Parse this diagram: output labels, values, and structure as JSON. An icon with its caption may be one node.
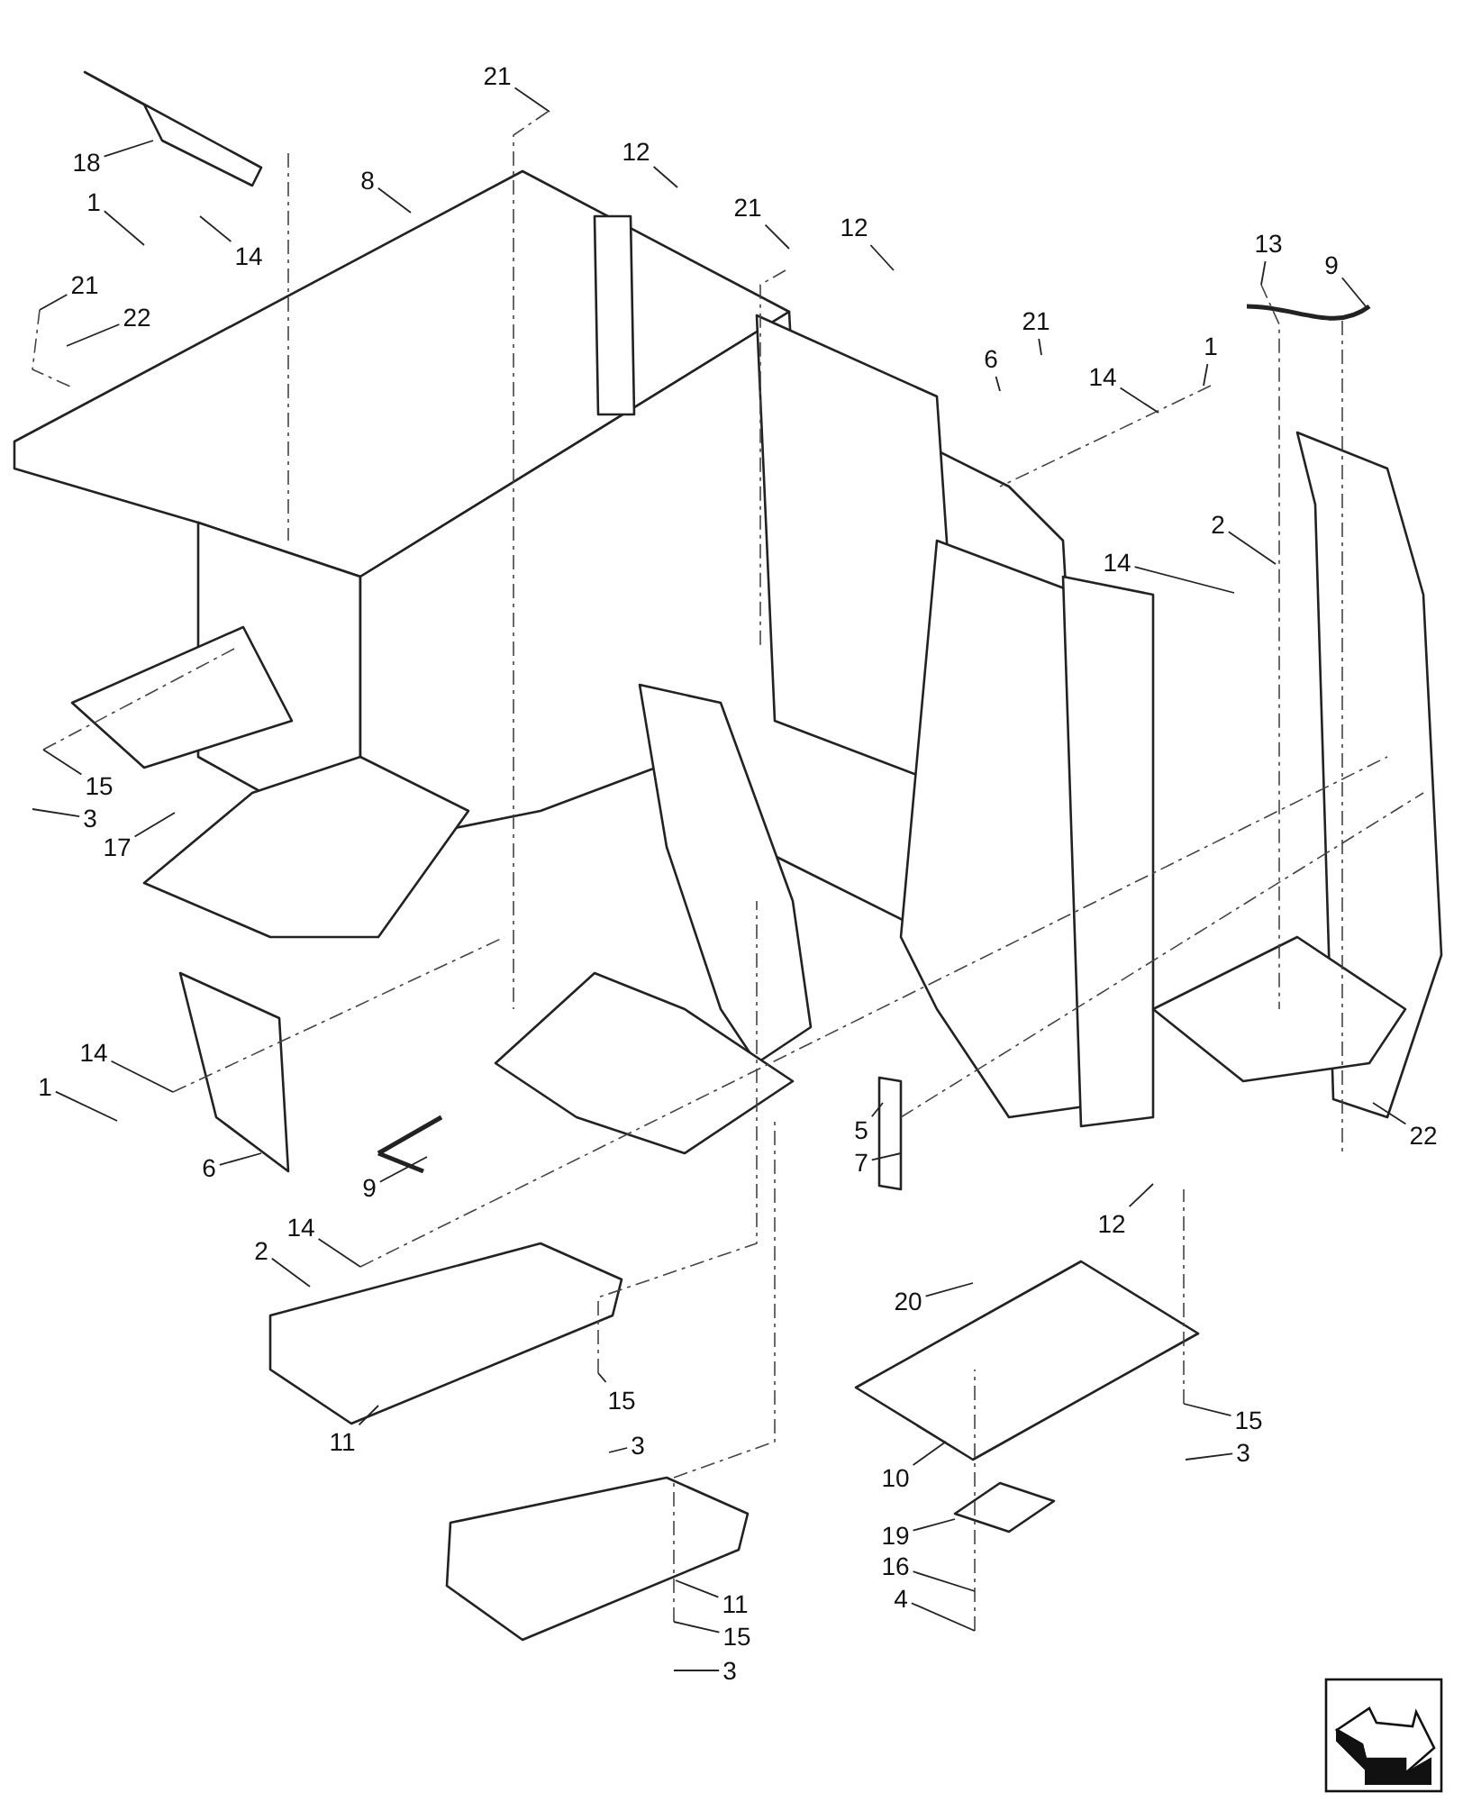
{
  "diagram": {
    "nodes": [
      {
        "text": [
          "18"
        ]
      },
      {
        "text": [
          "21"
        ]
      },
      {
        "text": [
          "8"
        ]
      },
      {
        "text": [
          "12"
        ]
      },
      {
        "text": [
          "1"
        ]
      },
      {
        "text": [
          "14"
        ]
      },
      {
        "text": [
          "21"
        ]
      },
      {
        "text": [
          "12"
        ]
      },
      {
        "text": [
          "13"
        ]
      },
      {
        "text": [
          "9"
        ]
      },
      {
        "text": [
          "21"
        ]
      },
      {
        "text": [
          "22"
        ]
      },
      {
        "text": [
          "21"
        ]
      },
      {
        "text": [
          "6"
        ]
      },
      {
        "text": [
          "14"
        ]
      },
      {
        "text": [
          "1"
        ]
      },
      {
        "text": [
          "14"
        ]
      },
      {
        "text": [
          "2"
        ]
      },
      {
        "text": [
          "15"
        ]
      },
      {
        "text": [
          "3"
        ]
      },
      {
        "text": [
          "17"
        ]
      },
      {
        "text": [
          "14"
        ]
      },
      {
        "text": [
          "1"
        ]
      },
      {
        "text": [
          "6"
        ]
      },
      {
        "text": [
          "9"
        ]
      },
      {
        "text": [
          "5"
        ]
      },
      {
        "text": [
          "7"
        ]
      },
      {
        "text": [
          "22"
        ]
      },
      {
        "text": [
          "12"
        ]
      },
      {
        "text": [
          "2"
        ]
      },
      {
        "text": [
          "14"
        ]
      },
      {
        "text": [
          "20"
        ]
      },
      {
        "text": [
          "15"
        ]
      },
      {
        "text": [
          "3"
        ]
      },
      {
        "text": [
          "11"
        ]
      },
      {
        "text": [
          "15"
        ]
      },
      {
        "text": [
          "3"
        ]
      },
      {
        "text": [
          "10"
        ]
      },
      {
        "text": [
          "19"
        ]
      },
      {
        "text": [
          "16"
        ]
      },
      {
        "text": [
          "4"
        ]
      },
      {
        "text": [
          "11"
        ]
      },
      {
        "text": [
          "15"
        ]
      },
      {
        "text": [
          "3"
        ]
      }
    ],
    "edges": [
      {
        "from": 0,
        "to": null,
        "arrow": "none"
      },
      {
        "from": 1,
        "to": null,
        "arrow": "none"
      },
      {
        "from": 2,
        "to": null,
        "arrow": "none"
      },
      {
        "from": 3,
        "to": null,
        "arrow": "none"
      },
      {
        "from": 4,
        "to": null,
        "arrow": "none"
      },
      {
        "from": 5,
        "to": null,
        "arrow": "none"
      },
      {
        "from": 6,
        "to": null,
        "arrow": "none"
      },
      {
        "from": 7,
        "to": null,
        "arrow": "none"
      },
      {
        "from": 8,
        "to": null,
        "arrow": "none"
      },
      {
        "from": 9,
        "to": null,
        "arrow": "none"
      },
      {
        "from": 10,
        "to": null,
        "arrow": "none"
      },
      {
        "from": 11,
        "to": null,
        "arrow": "none"
      },
      {
        "from": 12,
        "to": null,
        "arrow": "none"
      },
      {
        "from": 13,
        "to": null,
        "arrow": "none"
      },
      {
        "from": 14,
        "to": null,
        "arrow": "none"
      },
      {
        "from": 15,
        "to": null,
        "arrow": "none"
      },
      {
        "from": 16,
        "to": null,
        "arrow": "none"
      },
      {
        "from": 17,
        "to": null,
        "arrow": "none"
      },
      {
        "from": 18,
        "to": null,
        "arrow": "none"
      },
      {
        "from": 19,
        "to": null,
        "arrow": "none"
      },
      {
        "from": 20,
        "to": null,
        "arrow": "none"
      },
      {
        "from": 21,
        "to": null,
        "arrow": "none"
      },
      {
        "from": 22,
        "to": null,
        "arrow": "none"
      },
      {
        "from": 23,
        "to": null,
        "arrow": "none"
      },
      {
        "from": 24,
        "to": null,
        "arrow": "none"
      },
      {
        "from": 25,
        "to": null,
        "arrow": "none"
      },
      {
        "from": 26,
        "to": null,
        "arrow": "none"
      },
      {
        "from": 27,
        "to": null,
        "arrow": "none"
      },
      {
        "from": 28,
        "to": null,
        "arrow": "none"
      },
      {
        "from": 29,
        "to": null,
        "arrow": "none"
      },
      {
        "from": 30,
        "to": null,
        "arrow": "none"
      },
      {
        "from": 31,
        "to": null,
        "arrow": "none"
      },
      {
        "from": 32,
        "to": null,
        "arrow": "none"
      },
      {
        "from": 33,
        "to": null,
        "arrow": "none"
      },
      {
        "from": 34,
        "to": null,
        "arrow": "none"
      },
      {
        "from": 35,
        "to": null,
        "arrow": "none"
      },
      {
        "from": 36,
        "to": null,
        "arrow": "none"
      },
      {
        "from": 37,
        "to": null,
        "arrow": "none"
      },
      {
        "from": 38,
        "to": null,
        "arrow": "none"
      },
      {
        "from": 39,
        "to": null,
        "arrow": "none"
      },
      {
        "from": 40,
        "to": null,
        "arrow": "none"
      },
      {
        "from": 41,
        "to": null,
        "arrow": "none"
      },
      {
        "from": 42,
        "to": null,
        "arrow": "none"
      },
      {
        "from": 43,
        "to": null,
        "arrow": "none"
      }
    ]
  }
}
